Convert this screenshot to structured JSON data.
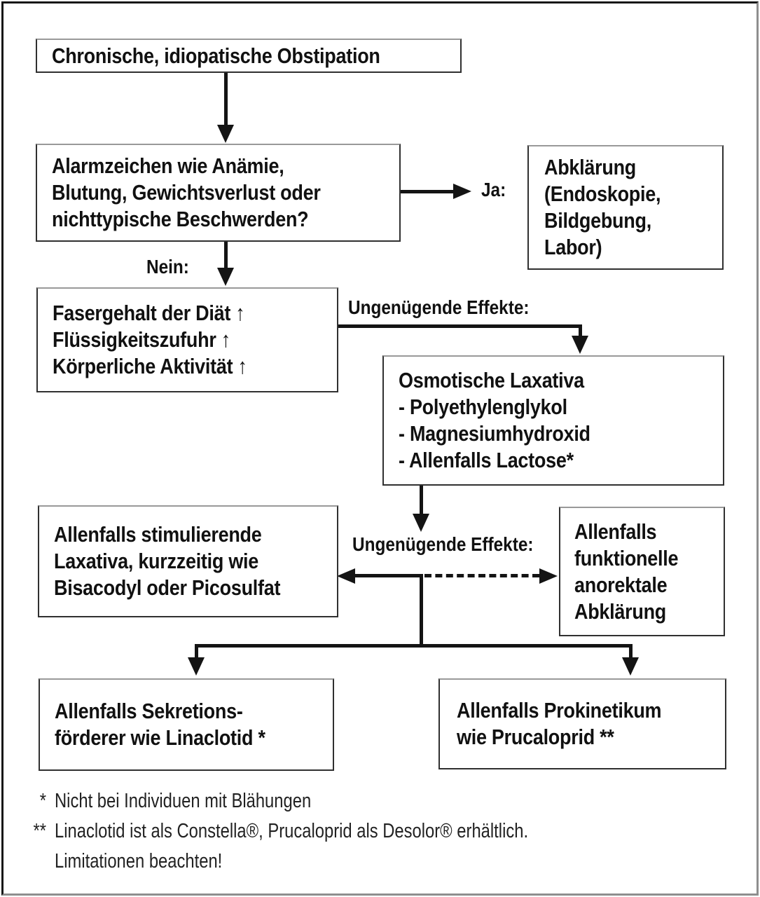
{
  "flowchart": {
    "boxes": {
      "chronisch": {
        "lines": [
          "Chronische, idiopatische Obstipation"
        ]
      },
      "alarm": {
        "lines": [
          "Alarmzeichen wie Anämie,",
          "Blutung, Gewichtsverlust oder",
          "nichttypische Beschwerden?"
        ]
      },
      "abklaerung": {
        "lines": [
          "Abklärung",
          "(Endoskopie,",
          "Bildgebung,",
          "Labor)"
        ]
      },
      "faser": {
        "lines": [
          "Fasergehalt der Diät ↑",
          "Flüssigkeitszufuhr ↑",
          "Körperliche Aktivität ↑"
        ]
      },
      "osmotisch": {
        "lines": [
          "Osmotische Laxativa",
          "- Polyethylenglykol",
          "- Magnesiumhydroxid",
          "- Allenfalls Lactose*"
        ]
      },
      "stimulierend": {
        "lines": [
          "Allenfalls stimulierende",
          "Laxativa, kurzzeitig wie",
          "Bisacodyl oder Picosulfat"
        ]
      },
      "anorektal": {
        "lines": [
          "Allenfalls",
          "funktionelle",
          "anorektale",
          "Abklärung"
        ]
      },
      "sekretion": {
        "lines": [
          "Allenfalls Sekretions-",
          "förderer wie Linaclotid *"
        ]
      },
      "prokinetikum": {
        "lines": [
          "Allenfalls Prokinetikum",
          "wie Prucaloprid **"
        ]
      }
    },
    "labels": {
      "ja": "Ja:",
      "nein": "Nein:",
      "effekte1": "Ungenügende Effekte:",
      "effekte2": "Ungenügende Effekte:"
    },
    "footnotes": [
      {
        "marker": "*",
        "text": "Nicht bei Individuen mit Blähungen"
      },
      {
        "marker": "**",
        "text": "Linaclotid ist als Constella®, Prucaloprid als Desolor® erhältlich."
      },
      {
        "marker": "",
        "text": "Limitationen beachten!"
      }
    ],
    "colors": {
      "line": "#141414",
      "box_border": "#303030",
      "background": "#ffffff",
      "text": "#111111"
    }
  }
}
